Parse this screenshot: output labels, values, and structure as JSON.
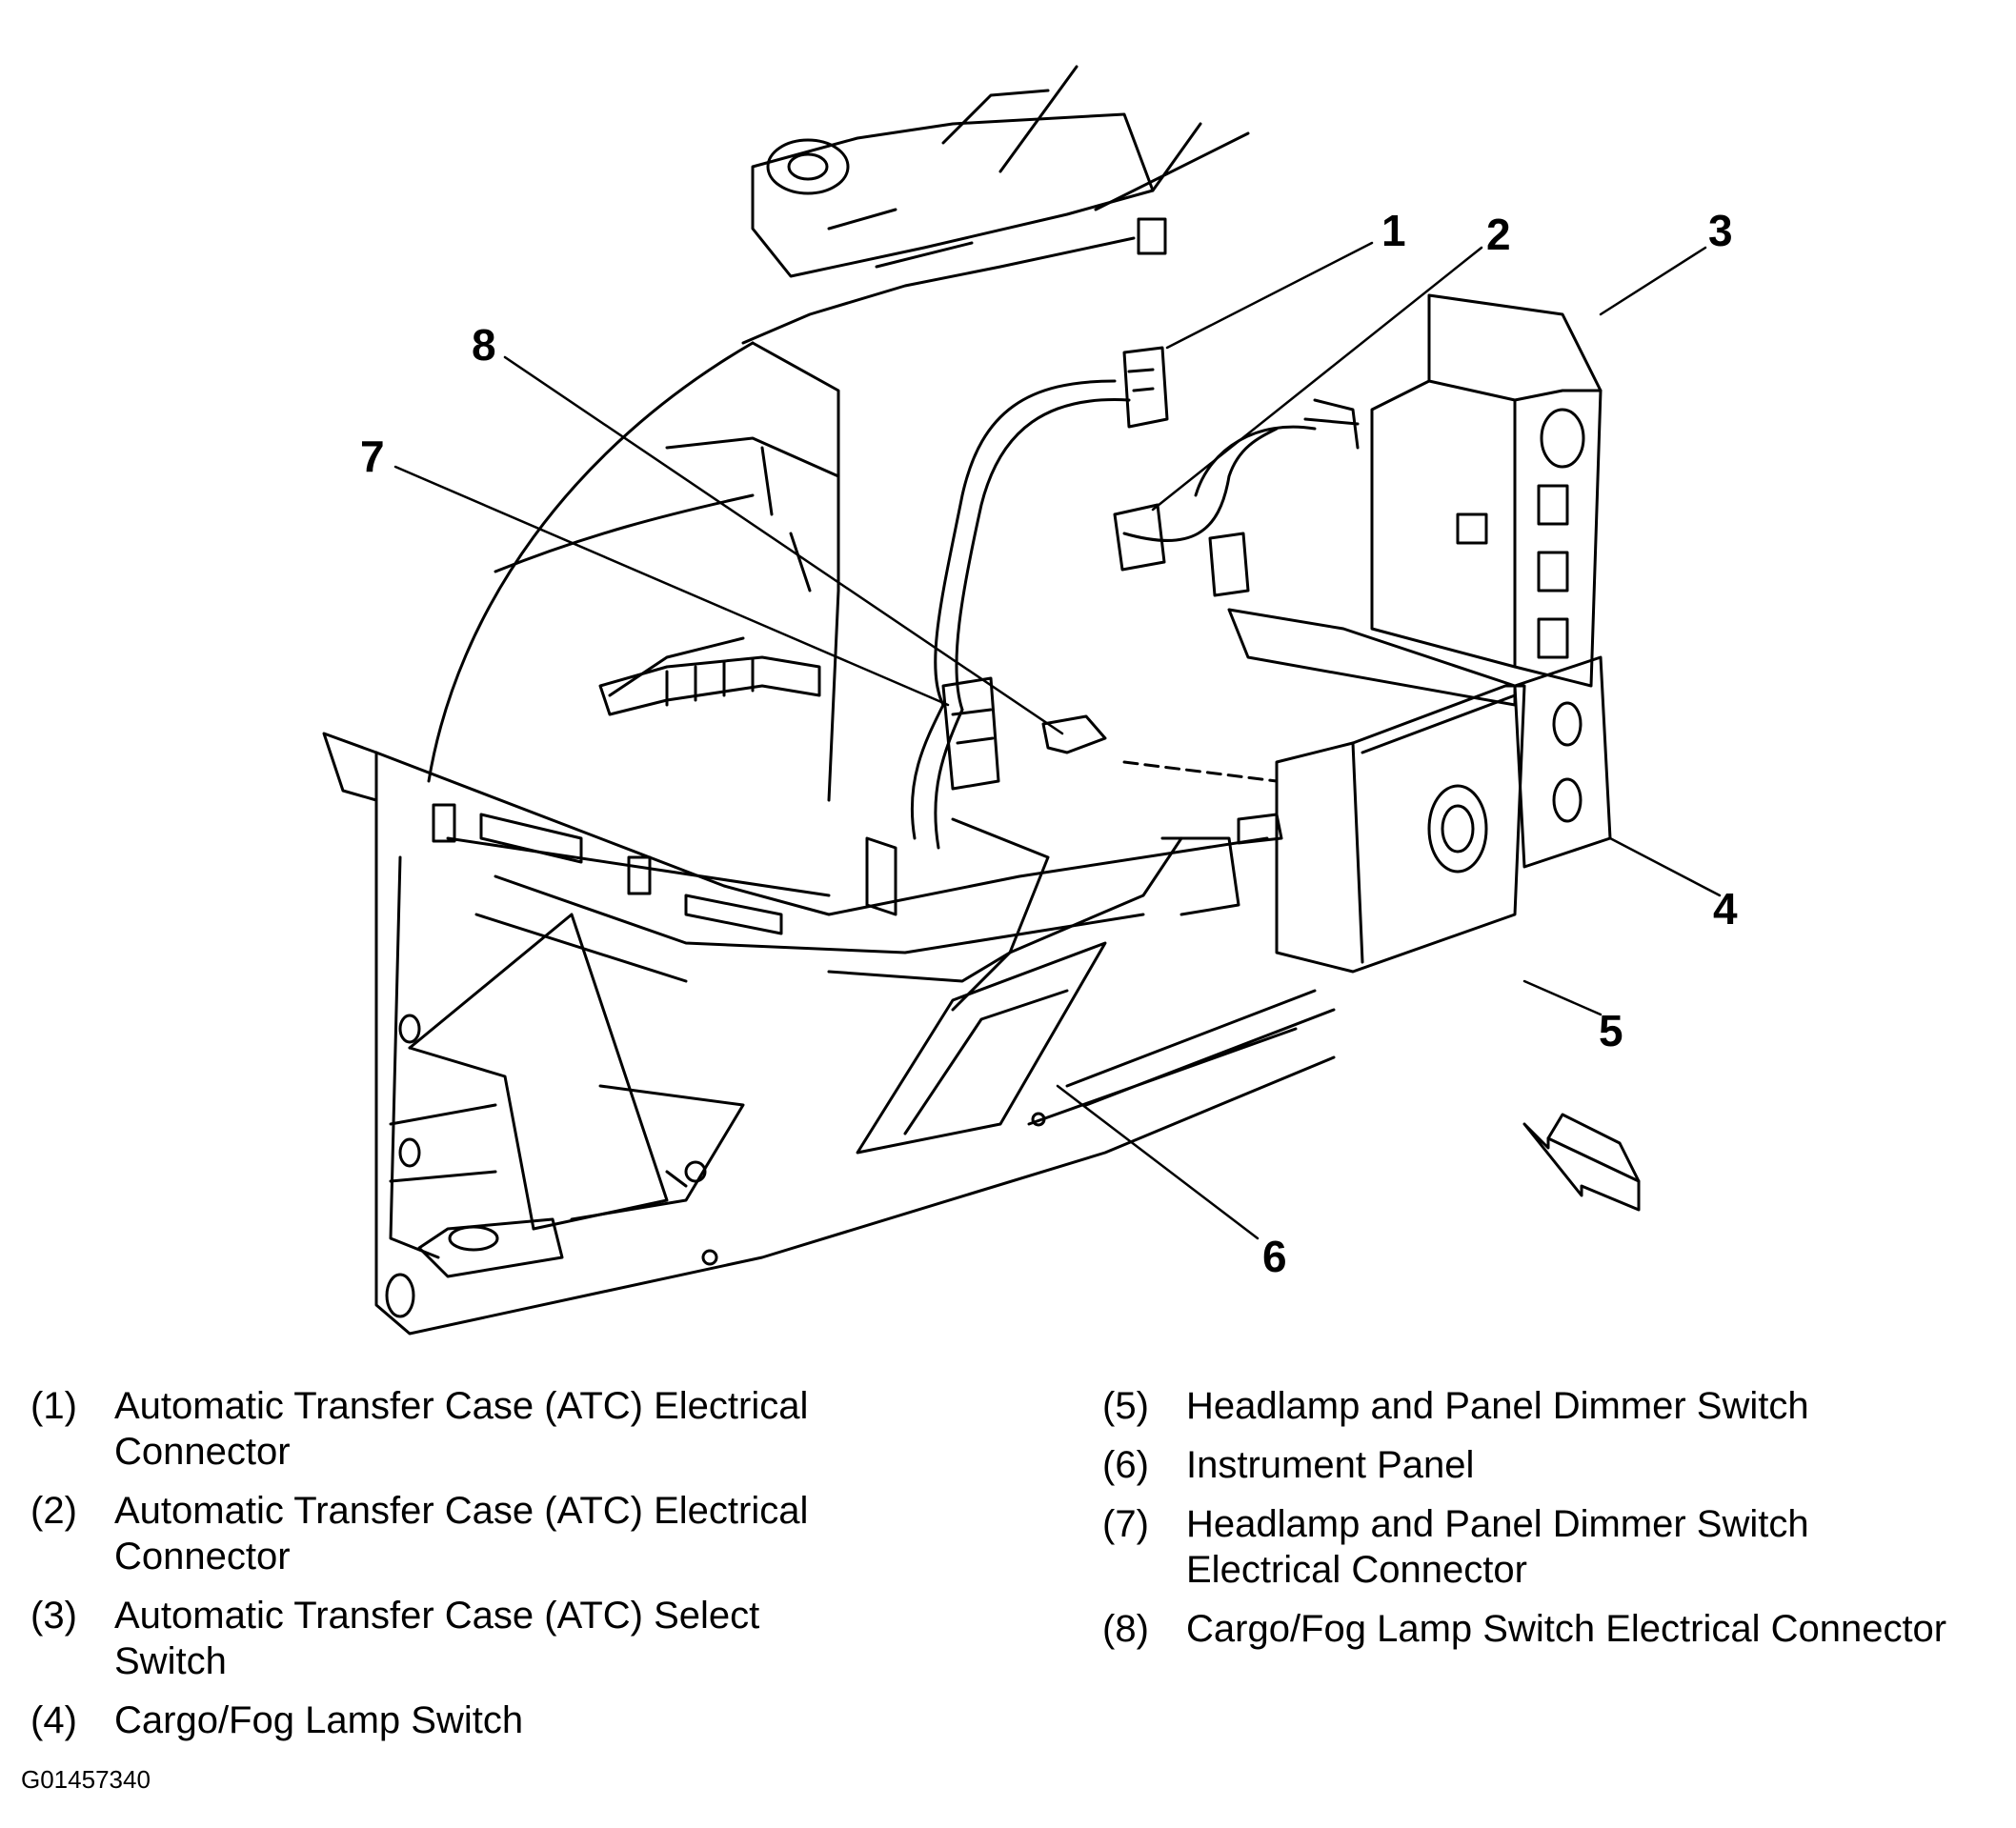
{
  "callouts": [
    "1",
    "2",
    "3",
    "4",
    "5",
    "6",
    "7",
    "8"
  ],
  "legend": [
    {
      "num": "(1)",
      "lines": [
        "Automatic Transfer Case (ATC) Electrical",
        "Connector"
      ]
    },
    {
      "num": "(2)",
      "lines": [
        "Automatic Transfer Case (ATC) Electrical",
        "Connector"
      ]
    },
    {
      "num": "(3)",
      "lines": [
        "Automatic Transfer Case (ATC) Select",
        "Switch"
      ]
    },
    {
      "num": "(4)",
      "lines": [
        "Cargo/Fog Lamp Switch"
      ]
    },
    {
      "num": "(5)",
      "lines": [
        "Headlamp and Panel Dimmer Switch"
      ]
    },
    {
      "num": "(6)",
      "lines": [
        "Instrument Panel"
      ]
    },
    {
      "num": "(7)",
      "lines": [
        "Headlamp and Panel Dimmer Switch",
        "Electrical Connector"
      ]
    },
    {
      "num": "(8)",
      "lines": [
        "Cargo/Fog Lamp Switch Electrical Connector"
      ]
    }
  ],
  "figure_id": "G01457340"
}
